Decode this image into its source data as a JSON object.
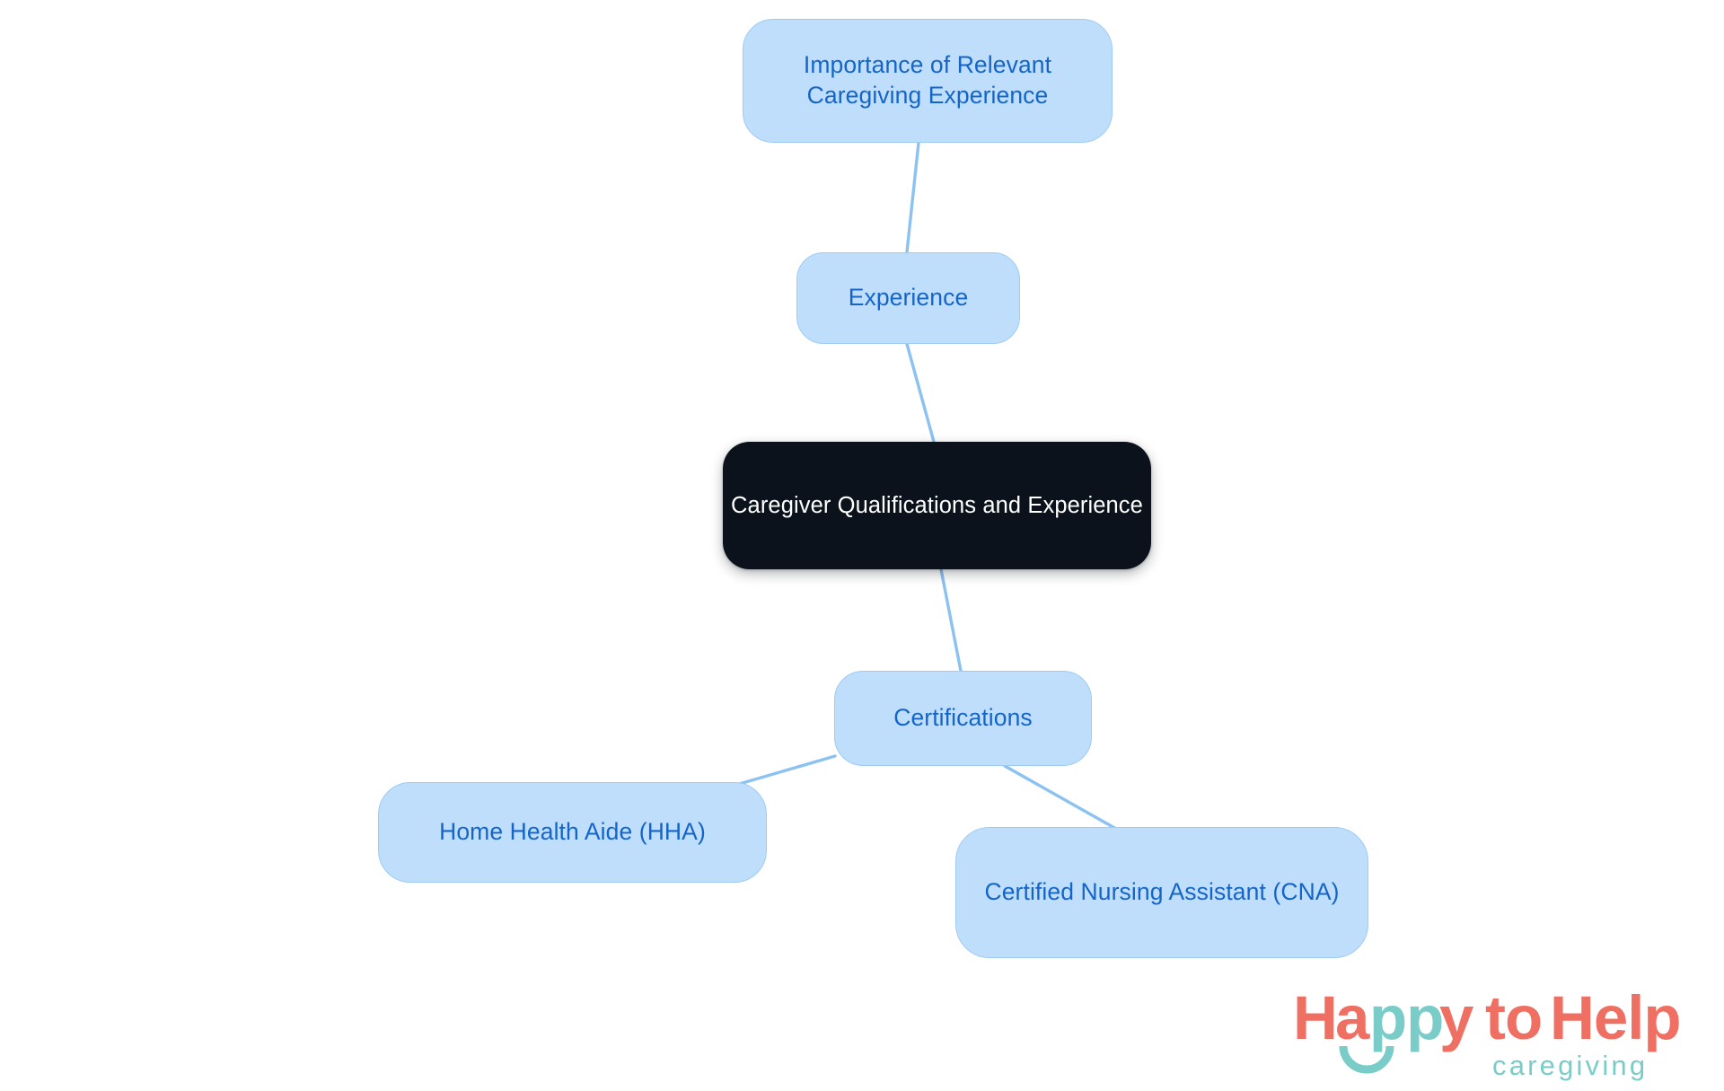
{
  "diagram": {
    "type": "mindmap",
    "title": "Caregiver Qualifications and Experience",
    "background_color": "#ffffff",
    "node_fill_color": "#bfdefc",
    "node_border_color": "#9ecbf5",
    "node_text_color": "#1565c8",
    "central_fill_color": "#0c121c",
    "central_text_color": "#ffffff",
    "edge_color": "#8cc2f2"
  },
  "nodes": {
    "central": {
      "label": "Caregiver Qualifications and Experience",
      "role": "root"
    },
    "experience": {
      "label": "Experience",
      "role": "branch"
    },
    "importance": {
      "label": "Importance of Relevant Caregiving Experience",
      "role": "leaf"
    },
    "certifications": {
      "label": "Certifications",
      "role": "branch"
    },
    "hha": {
      "label": "Home Health Aide (HHA)",
      "role": "leaf"
    },
    "cna": {
      "label": "Certified Nursing Assistant (CNA)",
      "role": "leaf"
    }
  },
  "edges": [
    {
      "from": "importance",
      "to": "experience"
    },
    {
      "from": "experience",
      "to": "central"
    },
    {
      "from": "central",
      "to": "certifications"
    },
    {
      "from": "certifications",
      "to": "hha"
    },
    {
      "from": "certifications",
      "to": "cna"
    }
  ],
  "logo": {
    "word_happy": "Happy",
    "word_to": "to",
    "word_help": "Help",
    "tagline": "caregiving",
    "primary_color": "#ef7063",
    "accent_color": "#79ccc8"
  }
}
